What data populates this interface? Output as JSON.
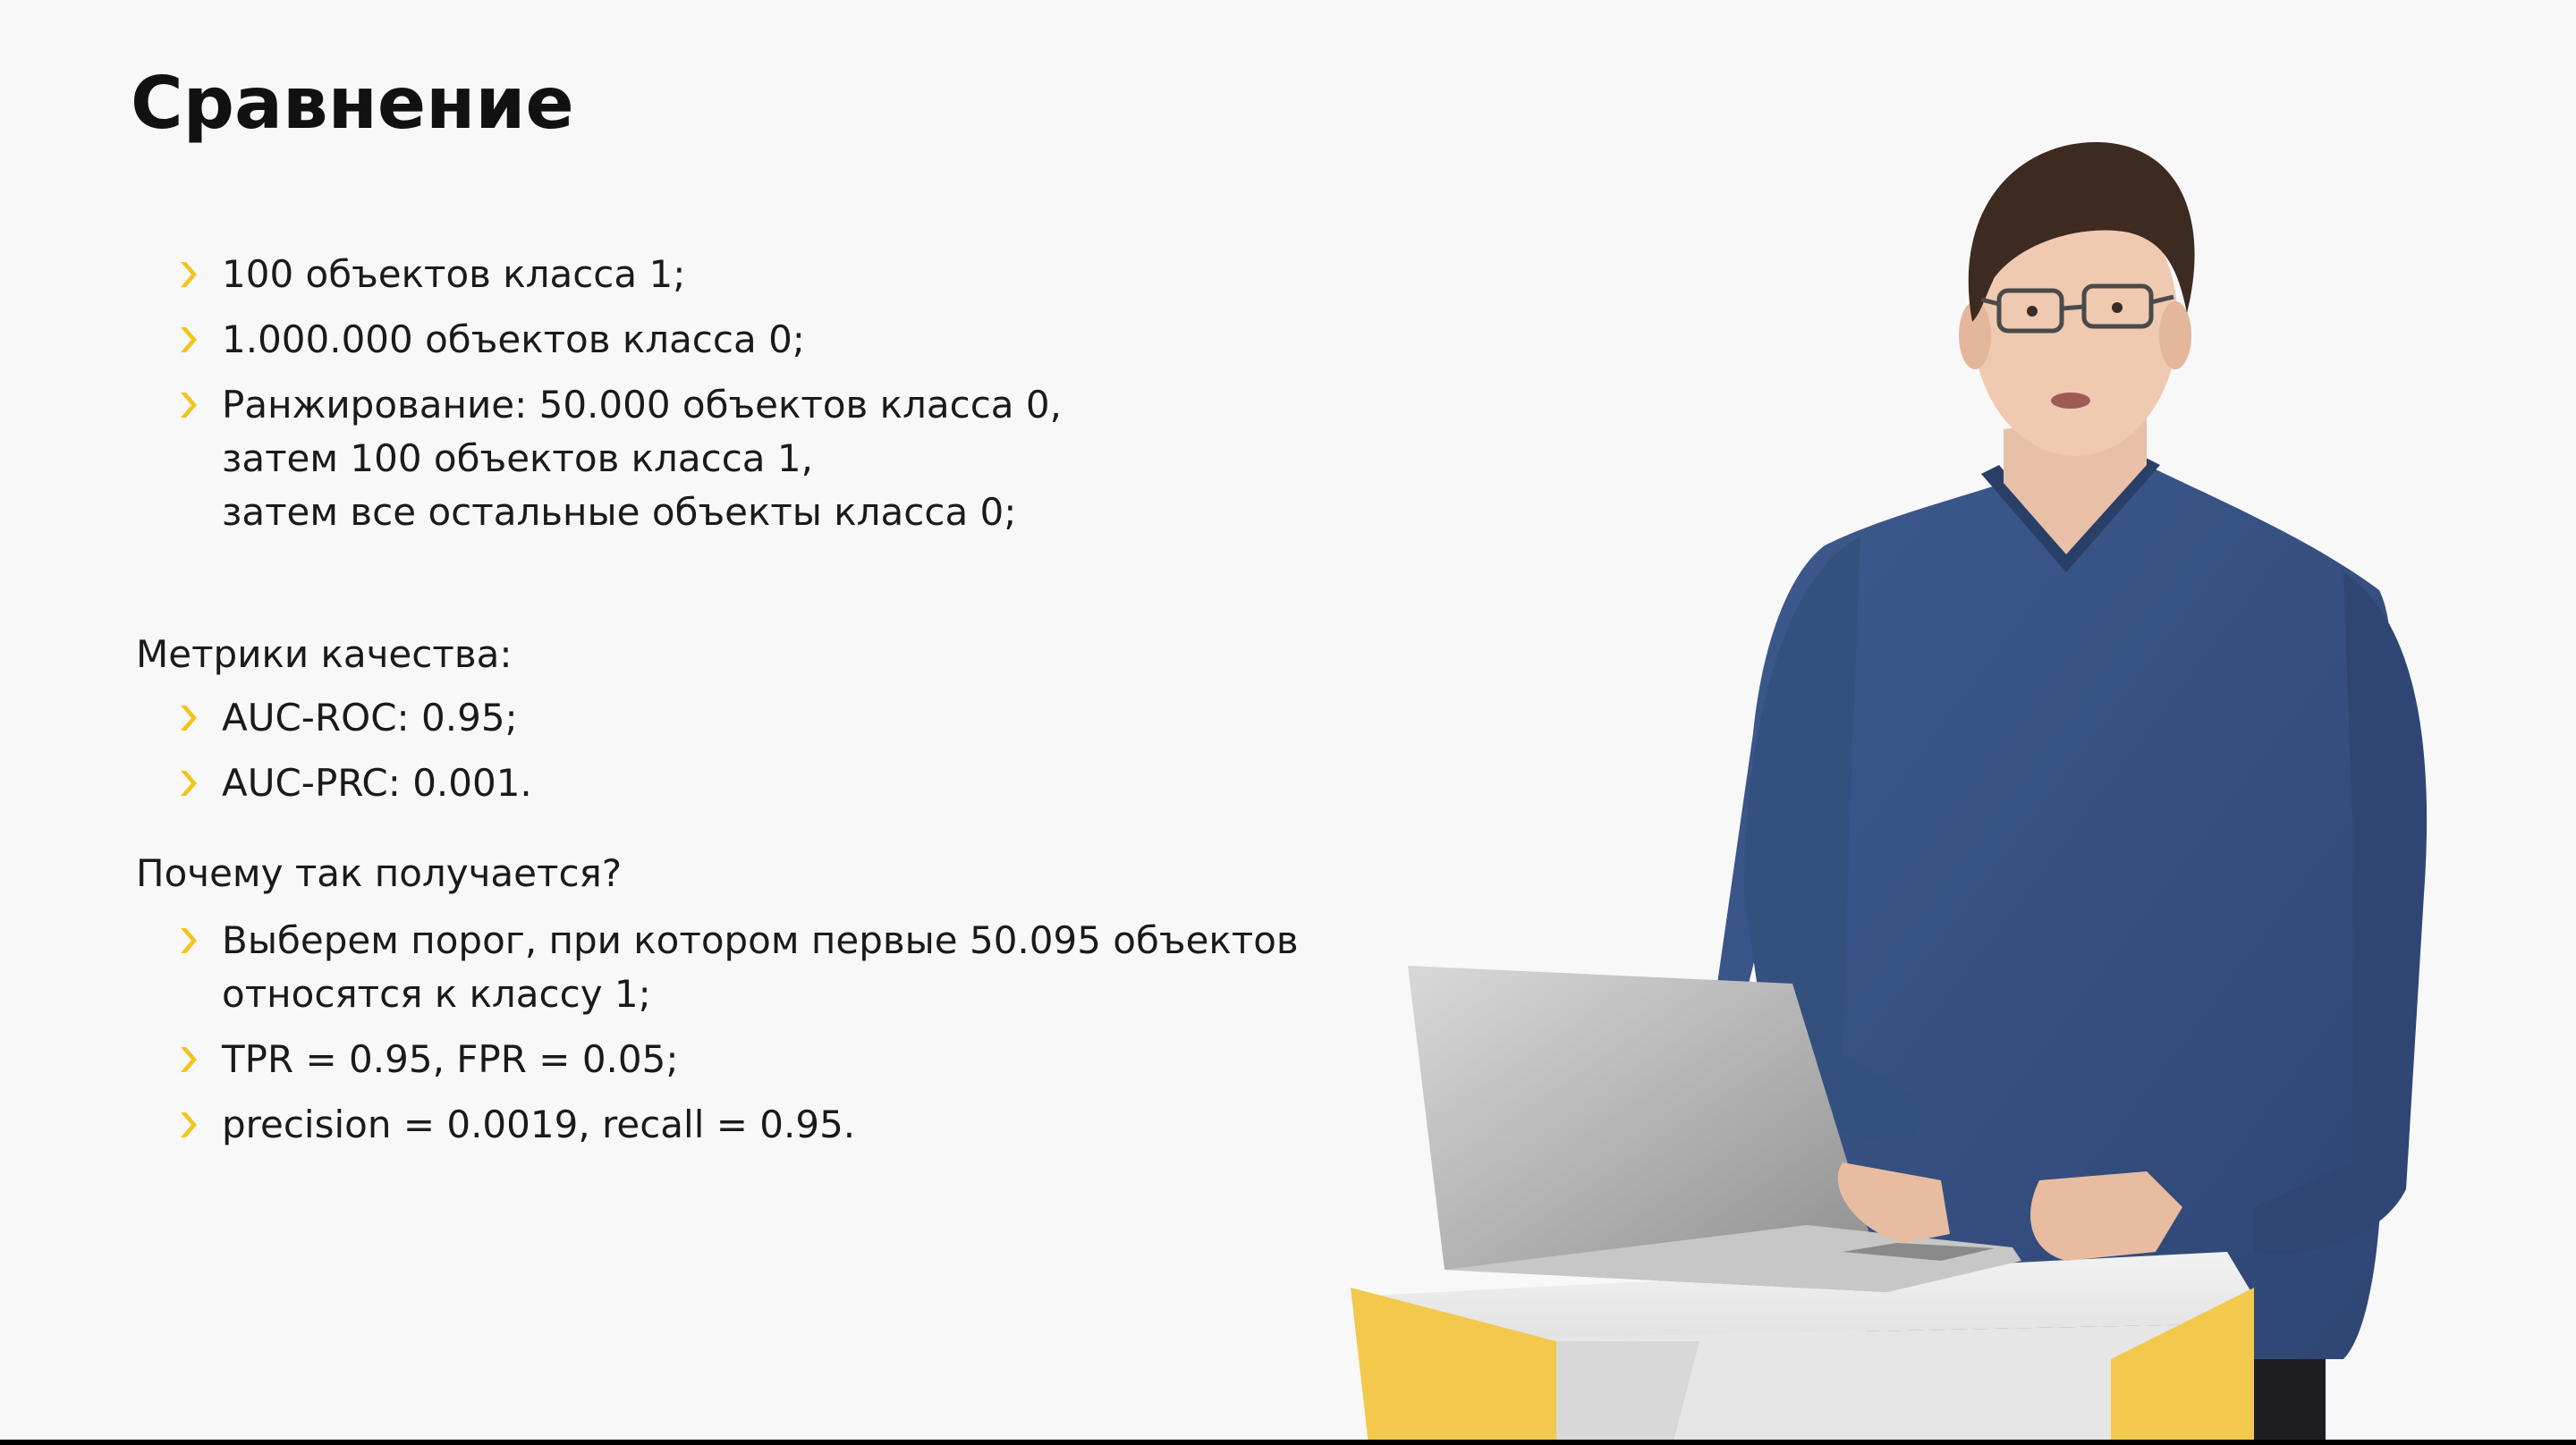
{
  "slide": {
    "title": "Сравнение",
    "accent_color": "#f2c41c",
    "intro_bullets": [
      {
        "lines": [
          "100 объектов класса 1;"
        ]
      },
      {
        "lines": [
          "1.000.000 объектов класса 0;"
        ]
      },
      {
        "lines": [
          "Ранжирование: 50.000 объектов класса 0,",
          "затем 100 объектов класса 1,",
          "затем все остальные объекты класса 0;"
        ]
      }
    ],
    "metrics_heading": "Метрики качества:",
    "metrics_bullets": [
      {
        "lines": [
          "AUC-ROC: 0.95;"
        ]
      },
      {
        "lines": [
          "AUC-PRC: 0.001."
        ]
      }
    ],
    "why_heading": "Почему так получается?",
    "why_bullets": [
      {
        "lines": [
          "Выберем порог, при котором первые 50.095 объектов",
          "относятся к классу 1;"
        ]
      },
      {
        "lines": [
          "TPR = 0.95, FPR = 0.05;"
        ]
      },
      {
        "lines": [
          "precision = 0.0019, recall = 0.95."
        ]
      }
    ]
  },
  "photo": {
    "icon": "presenter-photo",
    "sweater_color": "#3a5487",
    "podium_accent": "#f2c94c"
  }
}
